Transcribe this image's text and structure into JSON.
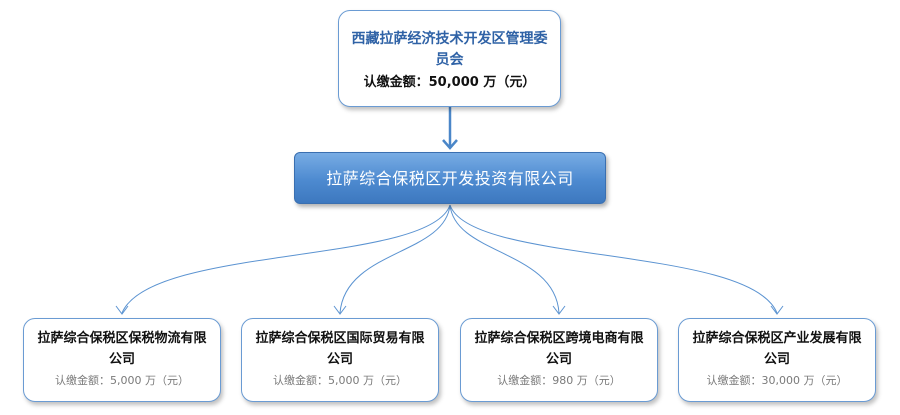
{
  "root": {
    "name": "西藏拉萨经济技术开发区管理委员会",
    "amount": "认缴金额：50,000 万（元）"
  },
  "main": {
    "name": "拉萨综合保税区开发投资有限公司"
  },
  "children": [
    {
      "name": "拉萨综合保税区保税物流有限公司",
      "amount": "认缴金额：5,000 万（元）"
    },
    {
      "name": "拉萨综合保税区国际贸易有限公司",
      "amount": "认缴金额：5,000 万（元）"
    },
    {
      "name": "拉萨综合保税区跨境电商有限公司",
      "amount": "认缴金额：980 万（元）"
    },
    {
      "name": "拉萨综合保税区产业发展有限公司",
      "amount": "认缴金额：30,000 万（元）"
    }
  ],
  "colors": {
    "connector": "#4a86c8",
    "box_border": "#6a9bd3",
    "root_text": "#2f62a6",
    "main_fill": "#4d8ad0"
  }
}
